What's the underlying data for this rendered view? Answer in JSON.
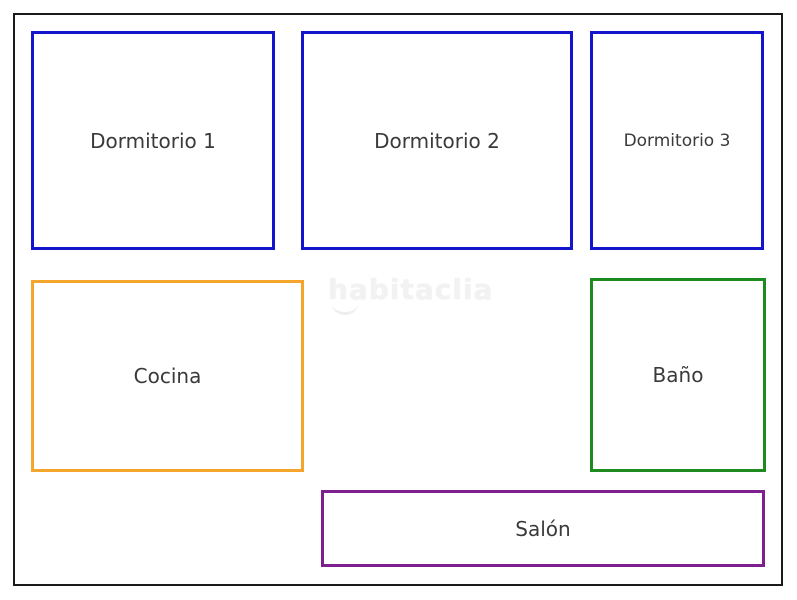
{
  "rooms": [
    {
      "name": "dormitorio-1",
      "label": "Dormitorio 1",
      "color": "#1414cc"
    },
    {
      "name": "dormitorio-2",
      "label": "Dormitorio 2",
      "color": "#1414cc"
    },
    {
      "name": "dormitorio-3",
      "label": "Dormitorio 3",
      "color": "#1414cc"
    },
    {
      "name": "cocina",
      "label": "Cocina",
      "color": "#f3a62b"
    },
    {
      "name": "bano",
      "label": "Baño",
      "color": "#1e8b1e"
    },
    {
      "name": "salon",
      "label": "Salón",
      "color": "#7d1f8d"
    }
  ],
  "watermark": {
    "text": "habitaclia"
  },
  "colors": {
    "outer_frame": "#1a1a1a",
    "bedroom_outline": "#1414cc",
    "kitchen_outline": "#f3a62b",
    "bathroom_outline": "#1e8b1e",
    "living_room_outline": "#7d1f8d",
    "label_text": "#3a3a3a",
    "watermark_text": "#f2f2f2",
    "background": "#ffffff"
  }
}
